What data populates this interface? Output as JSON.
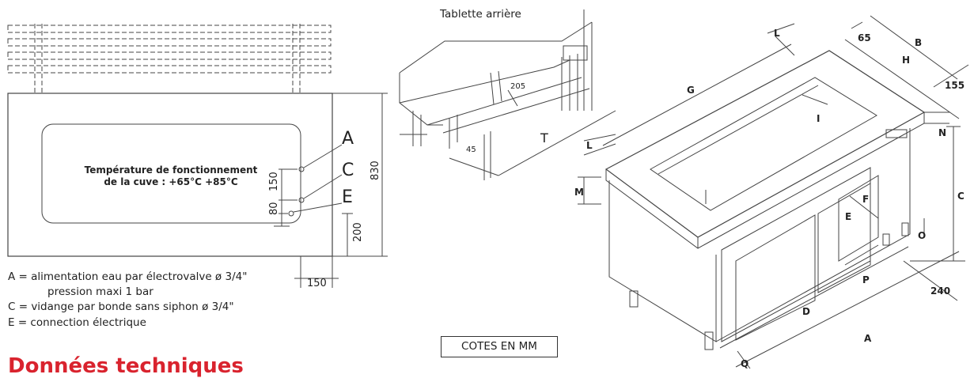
{
  "plan_view": {
    "tank_label_line1": "Température de fonctionnement",
    "tank_label_line2": "de la cuve : +65°C +85°C",
    "letters": {
      "a": "A",
      "c": "C",
      "e": "E"
    },
    "dims": {
      "d150": "150",
      "d80": "80",
      "d830": "830",
      "d200": "200",
      "d150b": "150"
    }
  },
  "legend": {
    "line1": "A = alimentation eau par électrovalve ø 3/4\"",
    "line2": "pression maxi 1 bar",
    "line3": "C = vidange par bonde sans siphon ø 3/4\"",
    "line4": "E = connection électrique"
  },
  "detail_view": {
    "title": "Tablette arrière",
    "dims": {
      "d205": "205",
      "d45": "45",
      "t": "T"
    }
  },
  "main_view": {
    "dims": {
      "g": "G",
      "l_top": "L",
      "l_left": "L",
      "d65": "65",
      "b": "B",
      "h": "H",
      "d155": "155",
      "n_right": "N",
      "i": "I",
      "m": "M",
      "f": "F",
      "e": "E",
      "p": "P",
      "o": "O",
      "c": "C",
      "d240": "240",
      "d": "D",
      "a": "A",
      "q": "Q"
    }
  },
  "note_box": "COTES EN MM",
  "section_title": "Données techniques",
  "colors": {
    "title_red": "#d9232e",
    "line": "#333333"
  }
}
